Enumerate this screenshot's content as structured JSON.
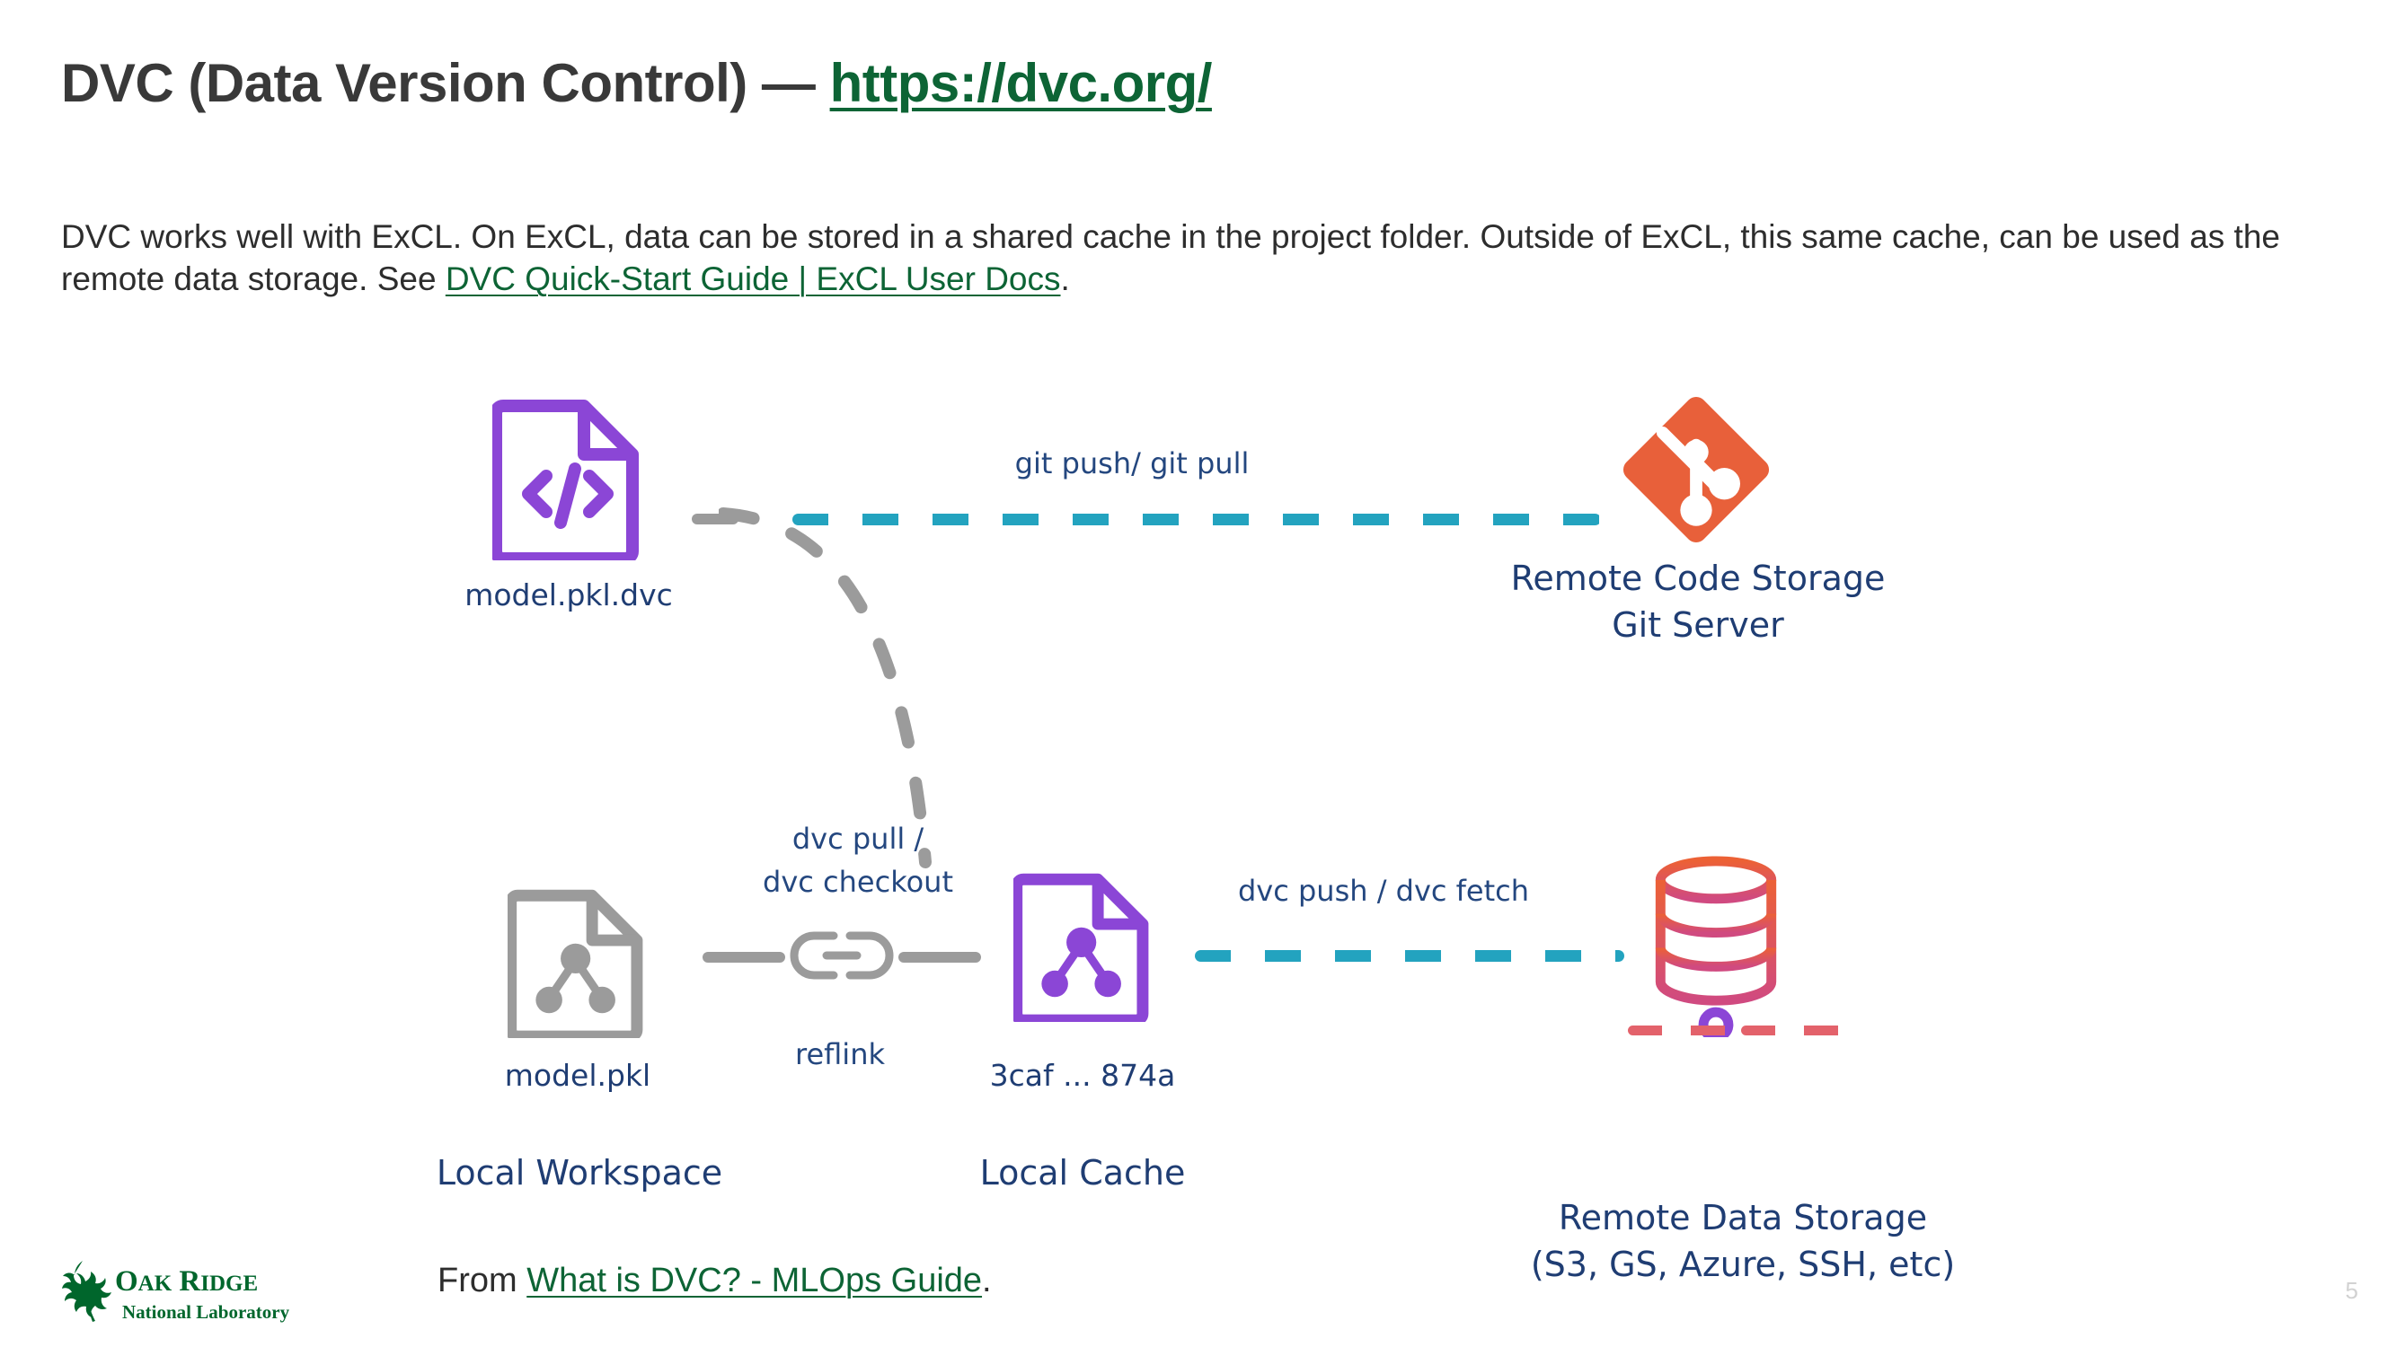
{
  "slide": {
    "title_main": "DVC (Data Version Control) — ",
    "title_link": "https://dvc.org/",
    "body_part1": "DVC works well with ExCL. On ExCL, data can be stored in a shared cache in the project folder. Outside of ExCL, this same cache, can be used as the remote data storage. See ",
    "body_link": "DVC Quick-Start Guide | ExCL User Docs",
    "body_part2": ".",
    "page_number": "5"
  },
  "footer": {
    "credit_prefix": "From ",
    "credit_link": "What is DVC? - MLOps Guide",
    "credit_suffix": ".",
    "logo_line1": "Oak Ridge",
    "logo_line2": "National Laboratory"
  },
  "diagram": {
    "nodes": {
      "dvc_file": {
        "label": "model.pkl.dvc",
        "icon": "code-file-icon",
        "color": "#8b46d6"
      },
      "git_server": {
        "label_line1": "Remote Code Storage",
        "label_line2": "Git Server",
        "icon": "git-diamond-icon",
        "color": "#e8603a"
      },
      "workspace_file": {
        "label": "model.pkl",
        "group": "Local Workspace",
        "icon": "graph-file-icon",
        "color": "#9b9b9b"
      },
      "cache_file": {
        "label": "3caf ... 874a",
        "group": "Local Cache",
        "icon": "graph-file-icon",
        "color": "#8b46d6"
      },
      "remote_data": {
        "label_line1": "Remote Data Storage",
        "label_line2": "(S3, GS, Azure, SSH, etc)",
        "icon": "database-cylinder-icon",
        "color": "#e8603a"
      }
    },
    "edges": {
      "git_ops": "git push/ git pull",
      "dvc_pull_line1": "dvc pull /",
      "dvc_pull_line2": "dvc checkout",
      "reflink": "reflink",
      "dvc_push": "dvc push / dvc fetch"
    },
    "colors": {
      "teal_dash": "#23a3bf",
      "gray_dash": "#9b9b9b",
      "pink_dash": "#e3626b",
      "purple": "#8b46d6",
      "orange": "#e8603a",
      "label_blue": "#1f3d73"
    }
  }
}
